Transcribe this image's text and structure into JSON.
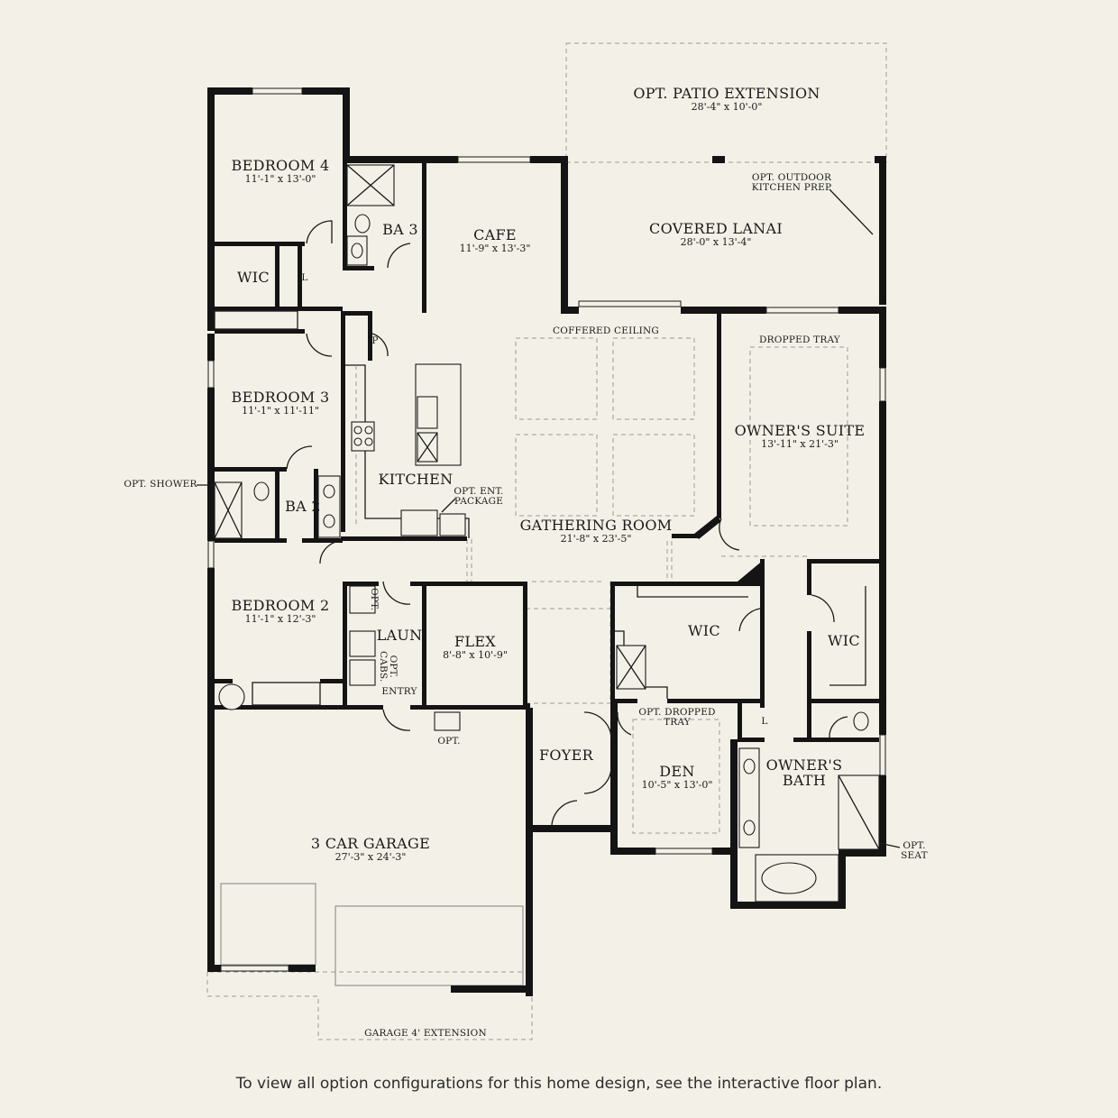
{
  "plan": {
    "rooms": {
      "patio_ext": {
        "name": "OPT. PATIO EXTENSION",
        "dims": "28'-4\" x 10'-0\""
      },
      "bedroom4": {
        "name": "BEDROOM 4",
        "dims": "11'-1\" x 13'-0\""
      },
      "ba3": {
        "name": "BA 3"
      },
      "cafe": {
        "name": "CAFE",
        "dims": "11'-9\" x 13'-3\""
      },
      "lanai": {
        "name": "COVERED LANAI",
        "dims": "28'-0\" x 13'-4\""
      },
      "wic_bed4": {
        "name": "WIC"
      },
      "bedroom3": {
        "name": "BEDROOM 3",
        "dims": "11'-1\" x 11'-11\""
      },
      "owners_suite": {
        "name": "OWNER'S SUITE",
        "dims": "13'-11\" x 21'-3\""
      },
      "kitchen": {
        "name": "KITCHEN"
      },
      "ba2": {
        "name": "BA 2"
      },
      "gathering": {
        "name": "GATHERING ROOM",
        "dims": "21'-8\" x 23'-5\""
      },
      "bedroom2": {
        "name": "BEDROOM 2",
        "dims": "11'-1\" x 12'-3\""
      },
      "laun": {
        "name": "LAUN"
      },
      "flex": {
        "name": "FLEX",
        "dims": "8'-8\" x 10'-9\""
      },
      "wic_owner1": {
        "name": "WIC"
      },
      "wic_owner2": {
        "name": "WIC"
      },
      "foyer": {
        "name": "FOYER"
      },
      "den": {
        "name": "DEN",
        "dims": "10'-5\" x 13'-0\""
      },
      "owners_bath": {
        "name": "OWNER'S\nBATH"
      },
      "garage": {
        "name": "3 CAR GARAGE",
        "dims": "27'-3\" x 24'-3\""
      }
    },
    "notes": {
      "outdoor_kitchen": "OPT. OUTDOOR\nKITCHEN PREP",
      "coffered": "COFFERED CEILING",
      "dropped_tray": "DROPPED TRAY",
      "opt_shower": "OPT. SHOWER",
      "opt_ent": "OPT. ENT.\nPACKAGE",
      "opt_cabs": "OPT.\nCABS.",
      "opt_laun": "OPT.",
      "entry": "ENTRY",
      "opt_garage": "OPT.",
      "opt_dropped_tray": "OPT. DROPPED\nTRAY",
      "opt_seat": "OPT.\nSEAT",
      "garage_ext": "GARAGE 4' EXTENSION",
      "linen_bed4": "L",
      "linen_owner": "L",
      "pantry": "P"
    }
  },
  "footer_text": "To view all option configurations for this home design, see the interactive floor plan."
}
